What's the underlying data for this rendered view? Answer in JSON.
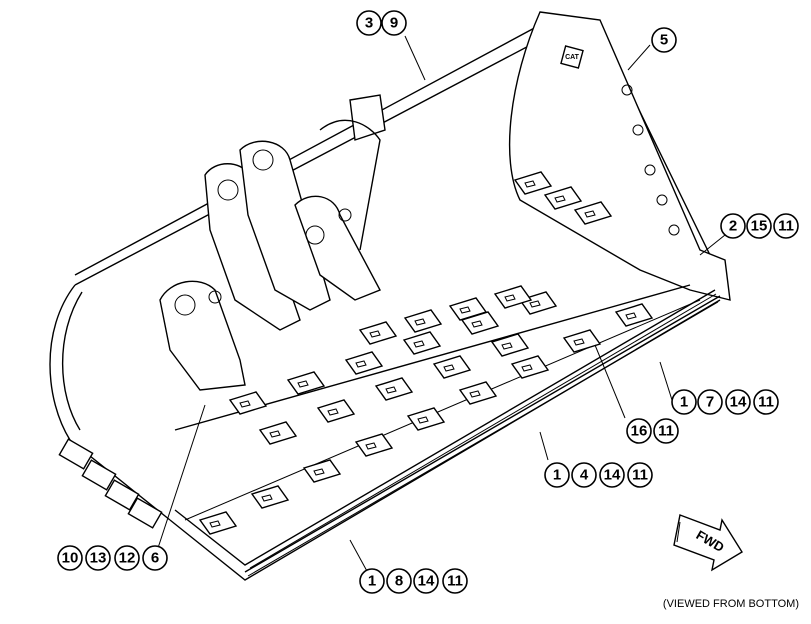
{
  "callouts": [
    {
      "id": "c-3-9",
      "numbers": [
        "3",
        "9"
      ]
    },
    {
      "id": "c-5",
      "numbers": [
        "5"
      ]
    },
    {
      "id": "c-2-15-11",
      "numbers": [
        "2",
        "15",
        "11"
      ]
    },
    {
      "id": "c-1-7-14-11",
      "numbers": [
        "1",
        "7",
        "14",
        "11"
      ]
    },
    {
      "id": "c-16-11",
      "numbers": [
        "16",
        "11"
      ]
    },
    {
      "id": "c-1-4-14-11",
      "numbers": [
        "1",
        "4",
        "14",
        "11"
      ]
    },
    {
      "id": "c-1-8-14-11",
      "numbers": [
        "1",
        "8",
        "14",
        "11"
      ]
    },
    {
      "id": "c-10-13-12-6",
      "numbers": [
        "10",
        "13",
        "12",
        "6"
      ]
    }
  ],
  "fwd_label": "FWD",
  "footnote": "(VIEWED FROM BOTTOM)",
  "logo_text": "CAT"
}
